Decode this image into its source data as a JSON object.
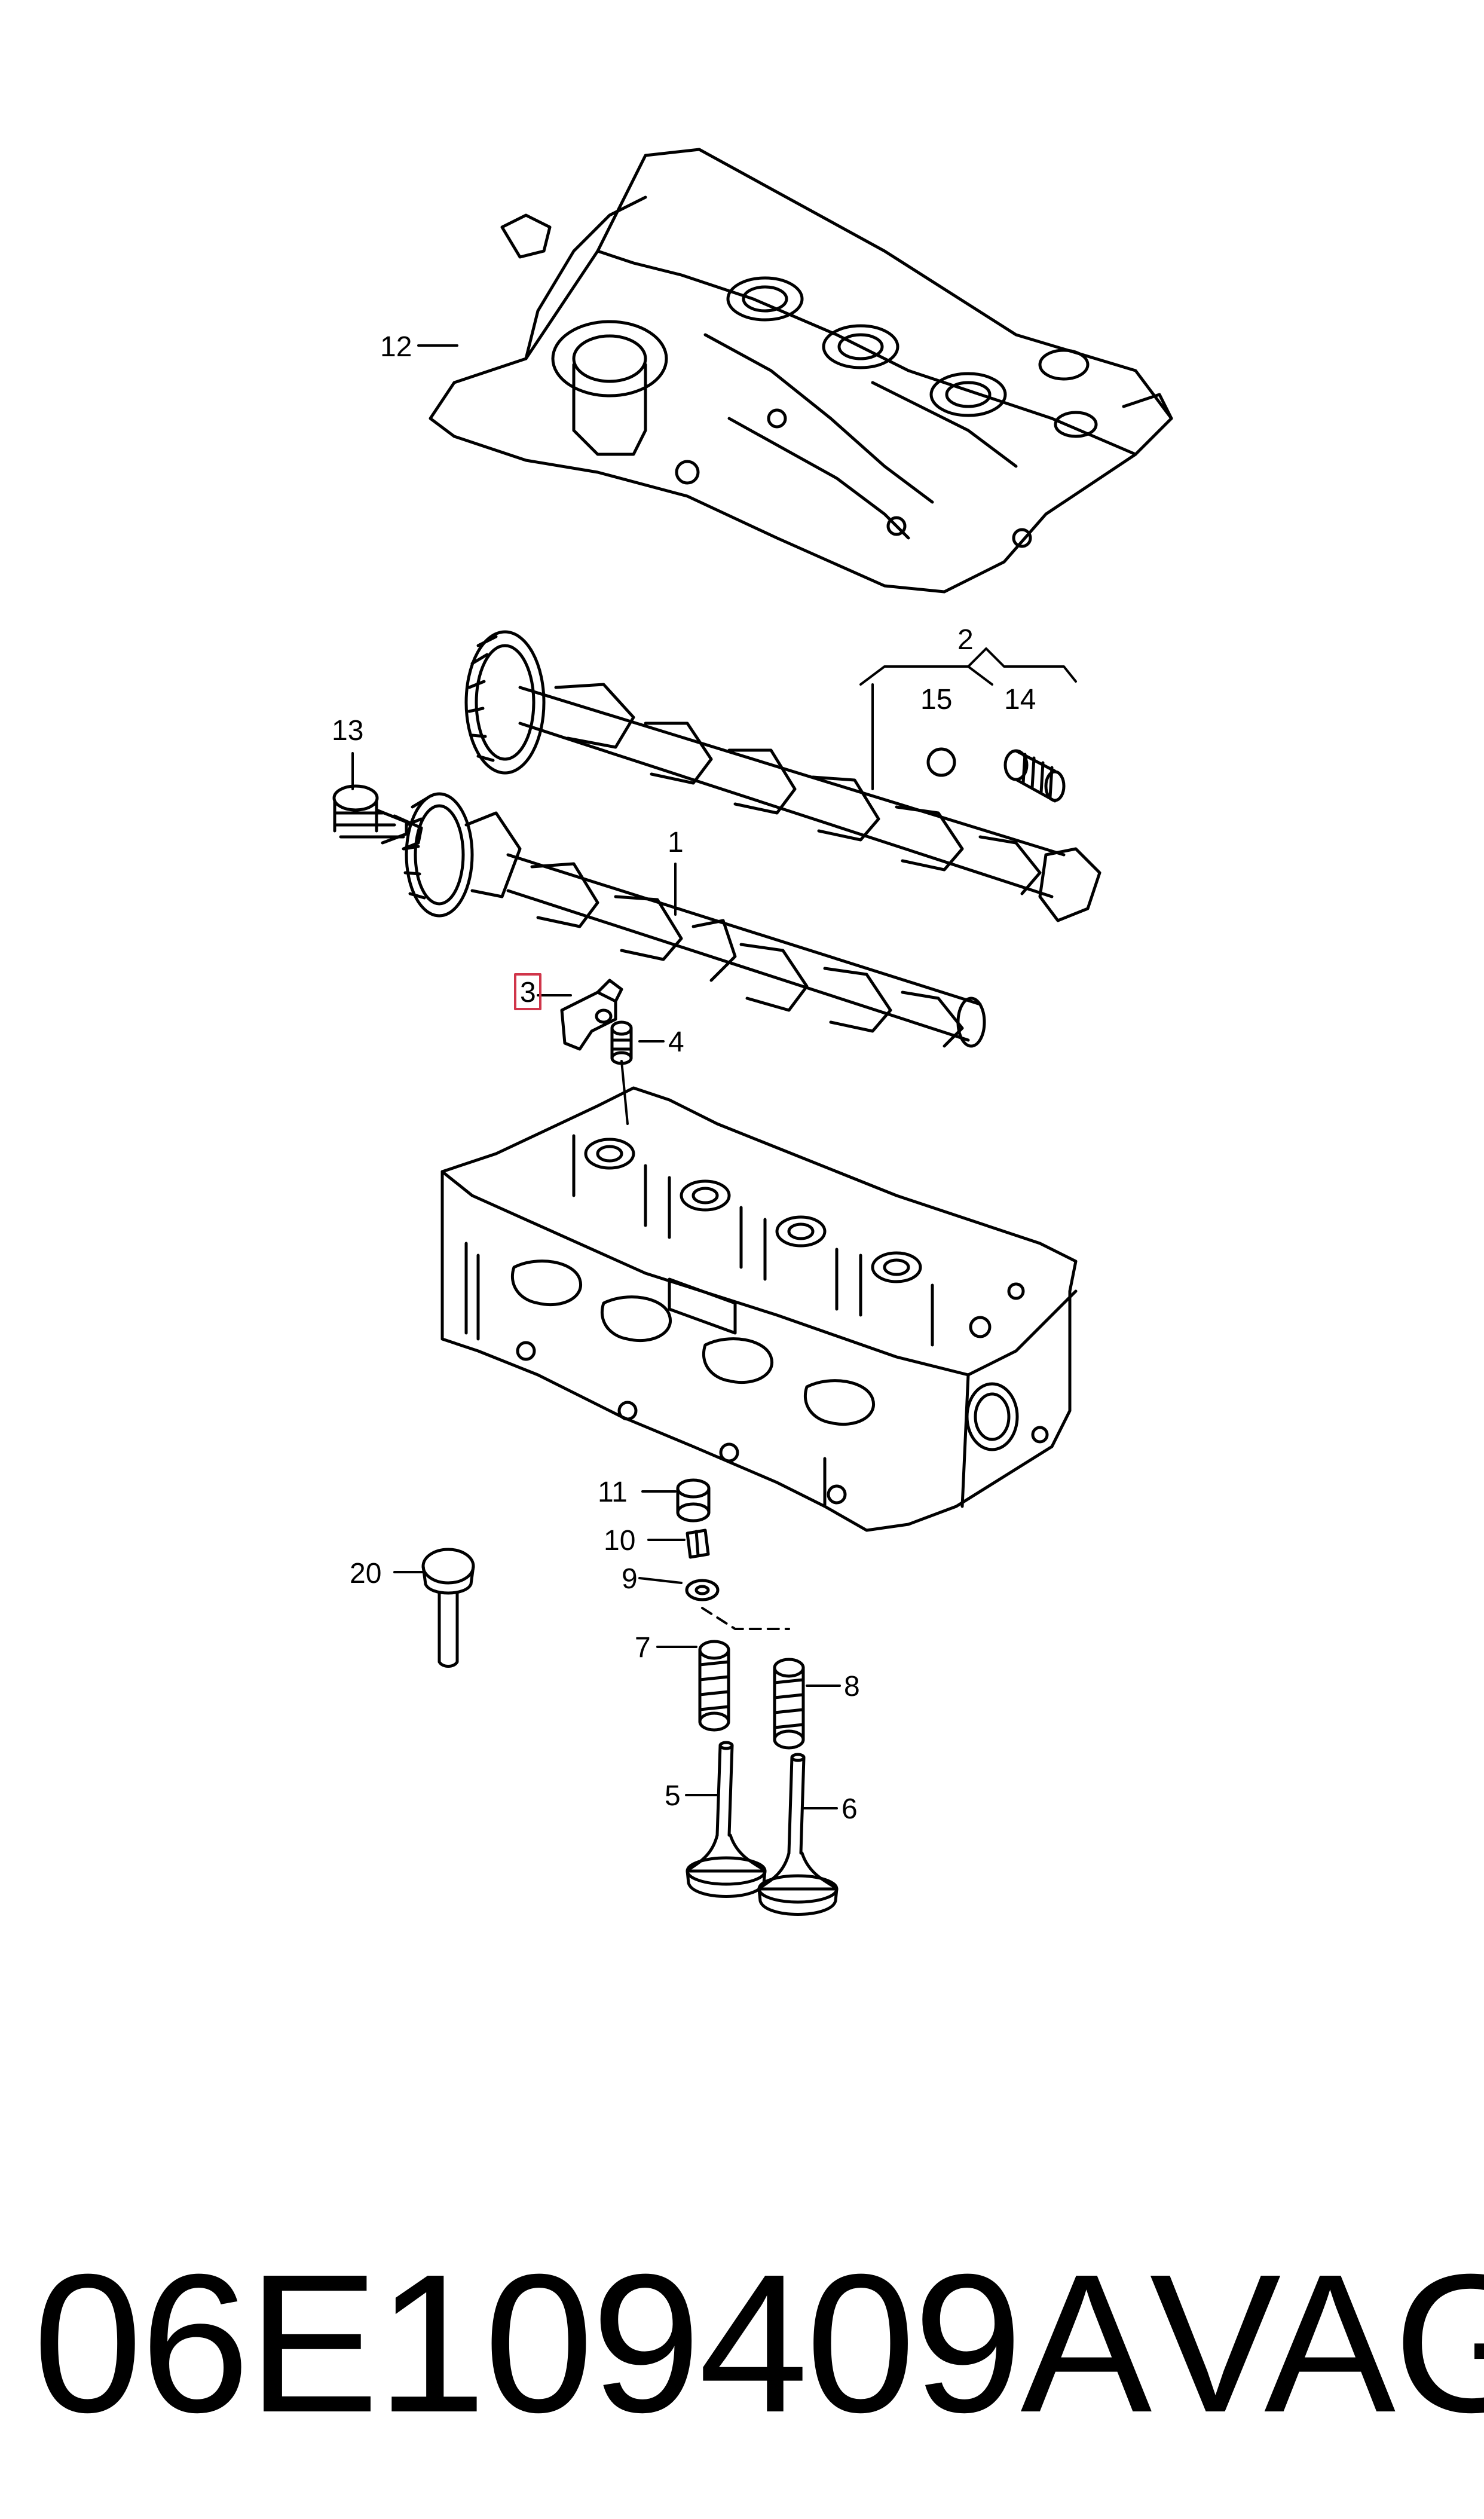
{
  "callouts": {
    "c1": "1",
    "c2": "2",
    "c3": "3",
    "c4": "4",
    "c5": "5",
    "c6": "6",
    "c7": "7",
    "c8": "8",
    "c9": "9",
    "c10": "10",
    "c11": "11",
    "c12": "12",
    "c13": "13",
    "c14": "14",
    "c15": "15",
    "c20": "20"
  },
  "highlight_color": "#d0354a",
  "line_color": "#000000",
  "caption": {
    "part_number": "06E109409A",
    "brand": "VAG"
  }
}
